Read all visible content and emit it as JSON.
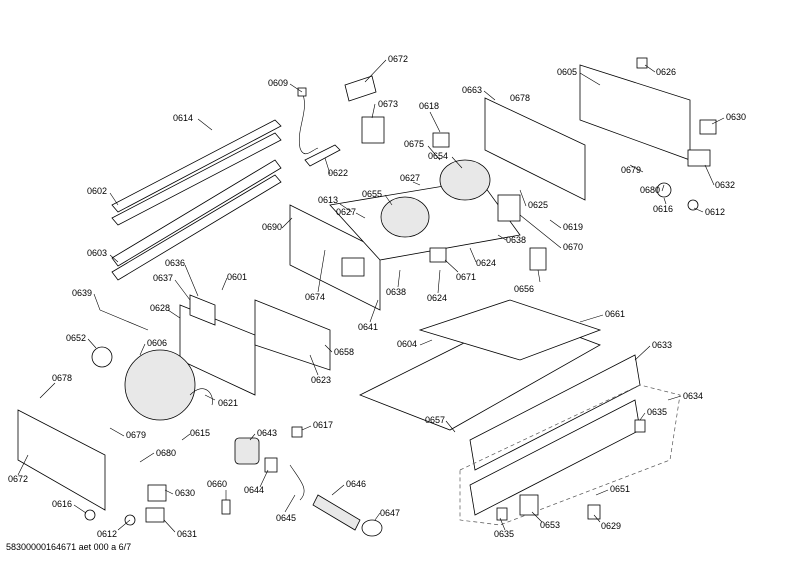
{
  "footer": {
    "document_id": "58300000164671 aet 000 a 6/7"
  },
  "labels": [
    "0672",
    "0673",
    "0605",
    "0626",
    "0609",
    "0618",
    "0663",
    "0678",
    "0614",
    "0630",
    "0675",
    "0654",
    "0622",
    "0627",
    "0602",
    "0613",
    "0655",
    "0679",
    "0680",
    "0616",
    "0612",
    "0632",
    "0627",
    "0625",
    "0690",
    "0619",
    "0638",
    "0670",
    "0603",
    "0636",
    "0601",
    "0637",
    "0674",
    "0671",
    "0624",
    "0656",
    "0638",
    "0624",
    "0639",
    "0628",
    "0641",
    "0661",
    "0652",
    "0606",
    "0658",
    "0604",
    "0633",
    "0623",
    "0678",
    "0621",
    "0634",
    "0635",
    "0679",
    "0615",
    "0643",
    "0617",
    "0657",
    "0680",
    "0660",
    "0646",
    "0651",
    "0630",
    "0672",
    "0644",
    "0616",
    "0612",
    "0645",
    "0631",
    "0653",
    "0647",
    "0629",
    "0635"
  ]
}
